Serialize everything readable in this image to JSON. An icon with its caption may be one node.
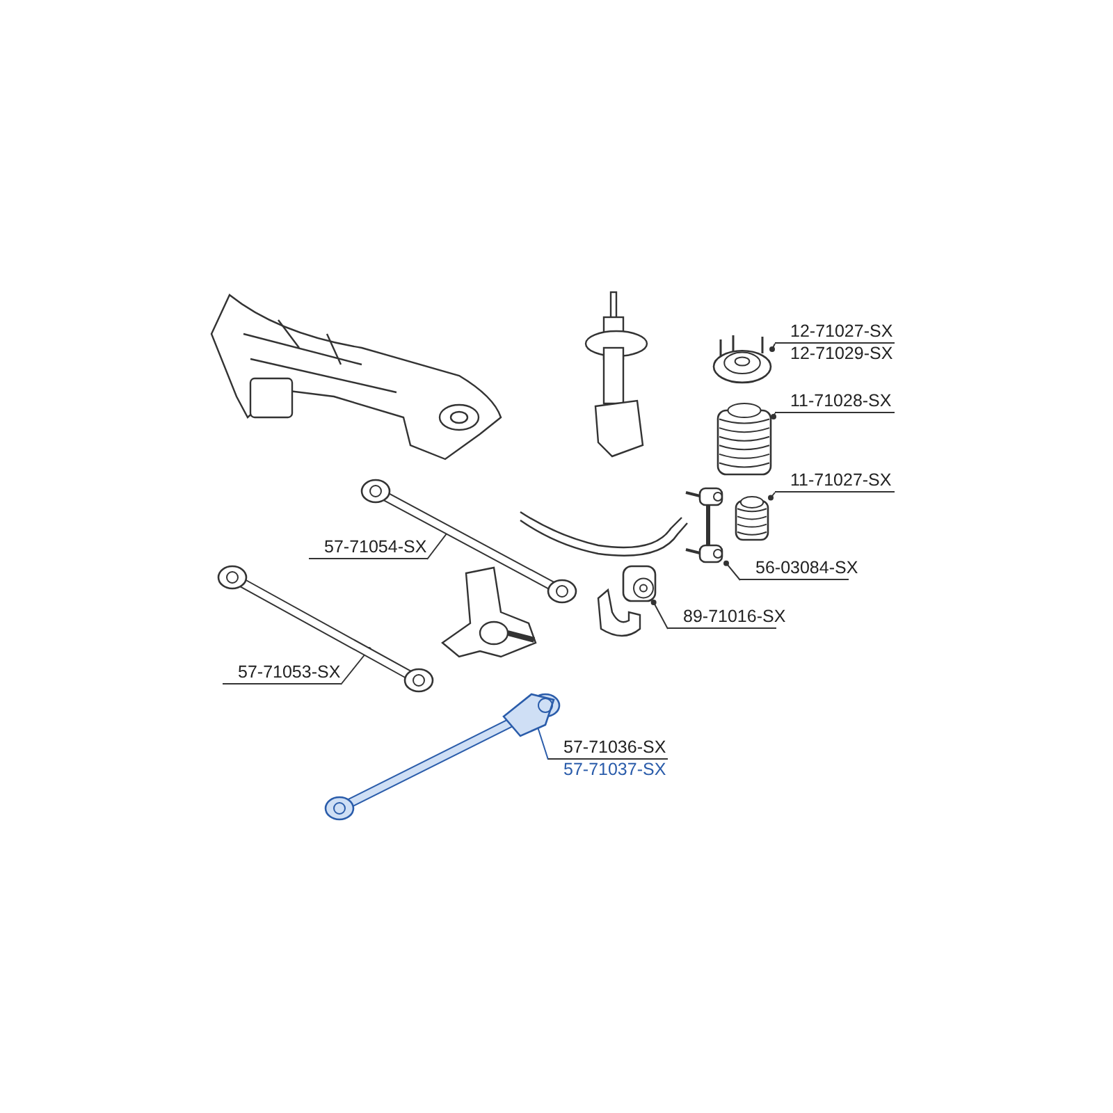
{
  "diagram": {
    "nodes": [
      {
        "text": [
          "12-71027-SX",
          "12-71029-SX"
        ]
      },
      {
        "text": [],
        "shape": "picture"
      },
      {
        "text": [
          "11-71028-SX"
        ]
      },
      {
        "text": [],
        "shape": "picture"
      },
      {
        "text": [
          "11-71027-SX"
        ]
      },
      {
        "text": [],
        "shape": "picture"
      },
      {
        "text": [
          "57-71054-SX"
        ]
      },
      {
        "text": [],
        "shape": "picture"
      },
      {
        "text": [
          "56-03084-SX"
        ]
      },
      {
        "text": [],
        "shape": "picture"
      },
      {
        "text": [
          "89-71016-SX"
        ]
      },
      {
        "text": [],
        "shape": "picture"
      },
      {
        "text": [
          "57-71053-SX"
        ]
      },
      {
        "text": [],
        "shape": "picture"
      },
      {
        "text": [
          "57-71036-SX",
          "57-71037-SX"
        ]
      },
      {
        "text": [],
        "shape": "picture"
      }
    ],
    "edges": [
      {
        "from": 0,
        "to": 1,
        "arrow": "other"
      },
      {
        "from": 2,
        "to": 3,
        "arrow": "other"
      },
      {
        "from": 4,
        "to": 5,
        "arrow": "other"
      },
      {
        "from": 6,
        "to": 7,
        "arrow": "other"
      },
      {
        "from": 8,
        "to": 9,
        "arrow": "other"
      },
      {
        "from": 10,
        "to": 11,
        "arrow": "other"
      },
      {
        "from": 12,
        "to": 13,
        "arrow": "other"
      },
      {
        "from": 14,
        "to": 15,
        "arrow": "other",
        "color": "#2a5caa"
      }
    ]
  }
}
